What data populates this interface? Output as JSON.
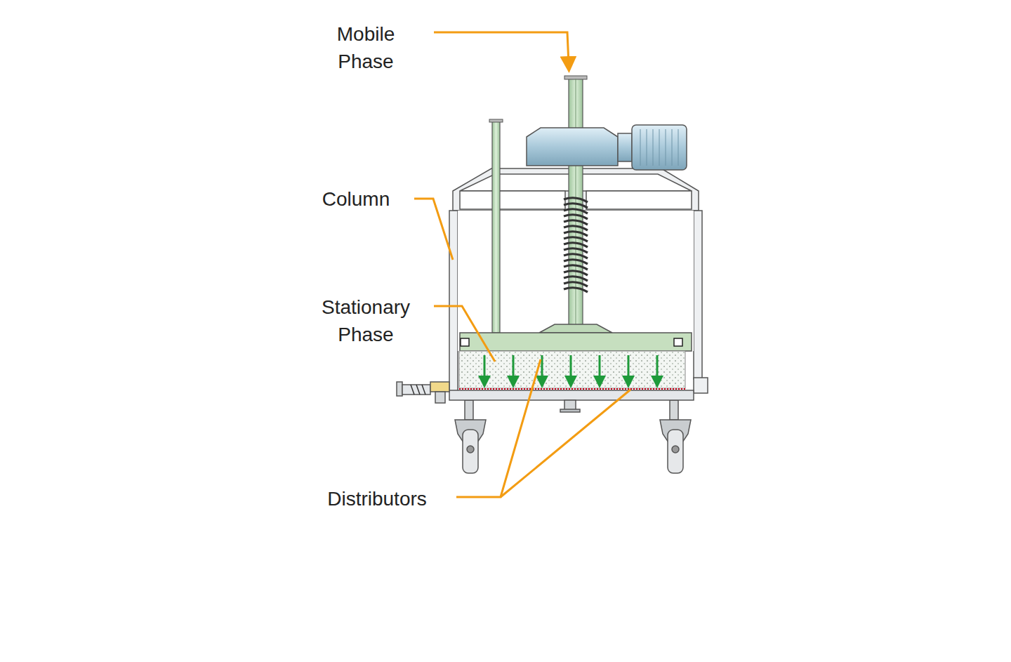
{
  "diagram": {
    "labels": [
      "Mobile Phase",
      "Column",
      "Stationary Phase",
      "Distributors"
    ]
  }
}
